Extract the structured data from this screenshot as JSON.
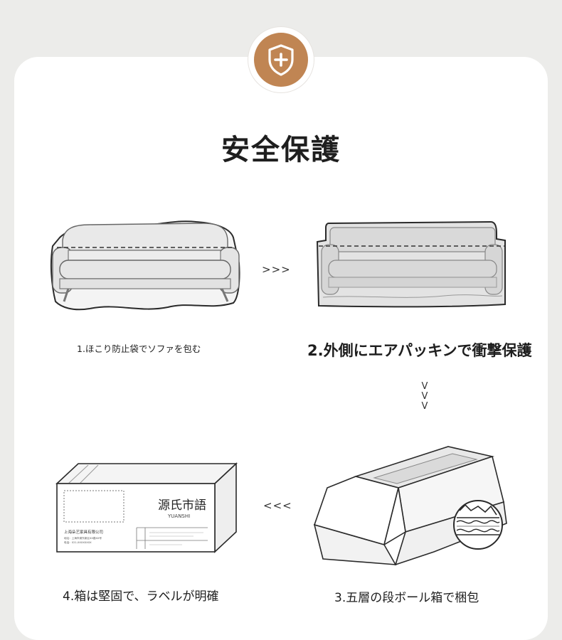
{
  "title": "安全保護",
  "steps": [
    {
      "caption": "1.ほこり防止袋でソファを包む"
    },
    {
      "caption": "2.外側にエアパッキンで衝撃保護"
    },
    {
      "caption": "3.五層の段ボール箱で梱包"
    },
    {
      "caption": "4.箱は堅固で、ラベルが明確"
    }
  ],
  "arrows": {
    "right": ">>>",
    "down": [
      "V",
      "V",
      "V"
    ],
    "left": "<<<"
  },
  "box_label": {
    "brand_cn": "源氏市語",
    "brand_sub": "YUANSHI",
    "company": "上海朵艺家具有限公司",
    "address_line": "地址：上海市浦东新区XX路XX号",
    "phone_line": "电话：021-XXXXXXXX"
  },
  "colors": {
    "accent": "#c08553",
    "background": "#ececea",
    "card": "#ffffff"
  },
  "icons": {
    "badge": "shield-plus-icon"
  }
}
